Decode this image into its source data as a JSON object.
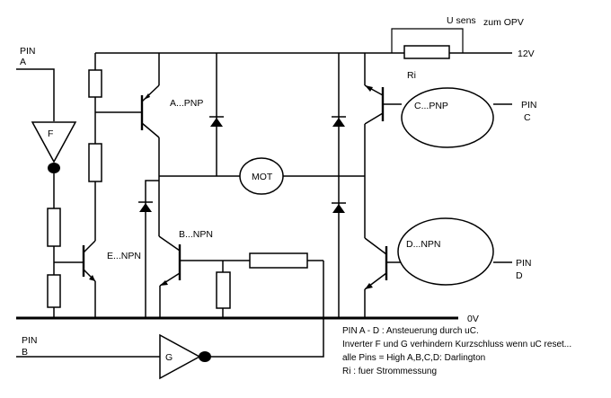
{
  "labels": {
    "pin_a": [
      "PIN",
      "A"
    ],
    "pin_b": [
      "PIN",
      "B"
    ],
    "pin_c": [
      "PIN",
      "C"
    ],
    "pin_d": [
      "PIN",
      "D"
    ],
    "u_sens": "U sens",
    "zum_opv": "zum OPV",
    "v12": "12V",
    "ri": "Ri",
    "ov": "0V",
    "motor": "MOT",
    "inverter_f": "F",
    "inverter_g": "G",
    "t_a": "A...PNP",
    "t_b": "B...NPN",
    "t_c": "C...PNP",
    "t_d": "D...NPN",
    "t_e": "E...NPN"
  },
  "notes": [
    "PIN A - D : Ansteuerung  durch  uC.",
    "Inverter  F und G verhindern Kurzschluss wenn uC reset...",
    "alle Pins = High   A,B,C,D: Darlington",
    "Ri : fuer Strommessung"
  ]
}
